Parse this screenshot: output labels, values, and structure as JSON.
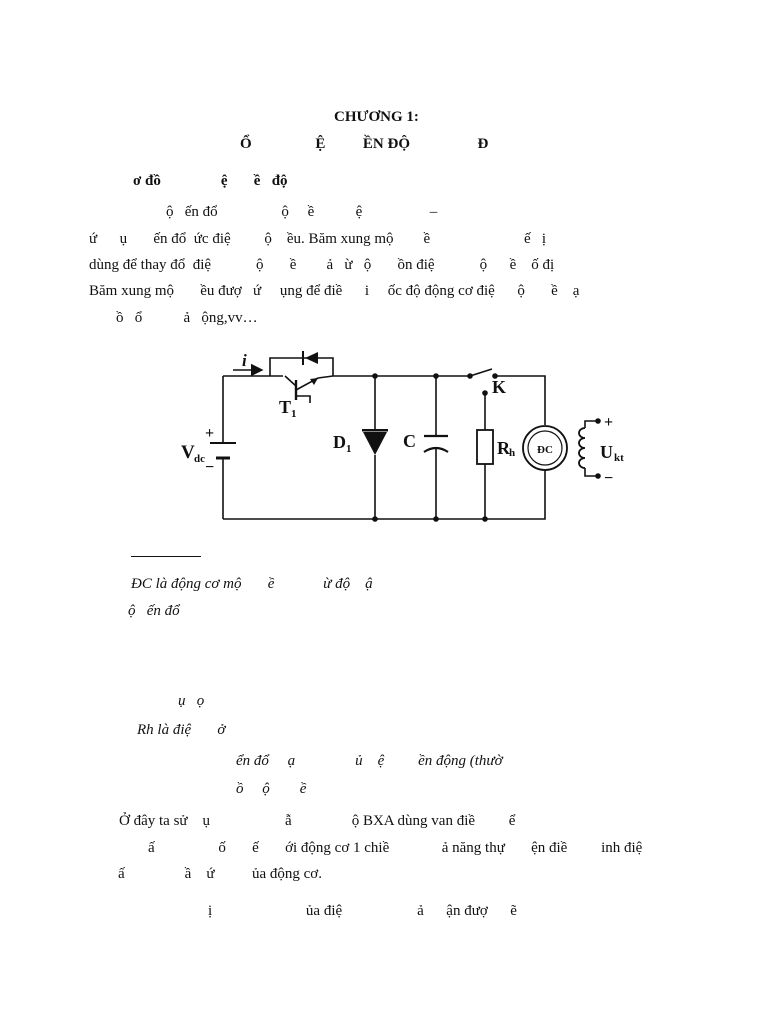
{
  "heading": {
    "chapter": "CHƯƠNG 1:",
    "title": "Ổ                 Ệ          ỀN ĐỘ                  Đ"
  },
  "section_title": "ơ đồ                ệ       ề   độ",
  "paragraph": [
    "ộ   ến đổ                 ộ     ề           ệ                  –",
    "ứ      ụ       ến đổ  ức điệ         ộ    ều. Băm xung mộ        ề                         ế   ị",
    "dùng để thay đổ  điệ            ộ       ề        ả   ừ   ộ       ồn điệ            ộ      ề    ố đị",
    "Băm xung mộ       ều đượ   ứ     ụng để điề      i     ốc độ động cơ điệ      ộ       ề    ạ",
    "ồ   ổ           ả   ộng,vv…"
  ],
  "circuit": {
    "current_label": "i",
    "transistor_label": "T",
    "transistor_sub": "1",
    "source_label": "V",
    "source_sub": "dc",
    "plus": "+",
    "minus": "−",
    "diode_label": "D",
    "diode_sub": "1",
    "capacitor_label": "C",
    "resistor_label": "R",
    "resistor_sub": "h",
    "switch_label": "K",
    "motor_label": "ĐC",
    "field_label": "U",
    "field_sub": "kt"
  },
  "notes": {
    "n1": "ĐC là động cơ mộ       ề             ừ độ    ậ",
    "n2": "ộ   ến đổ",
    "n3": "ụ   ọ",
    "n4": "Rh là điệ       ở",
    "n5": "ển đổ     ạ                ủ    ệ         ền động (thườ",
    "n6": "ồ     ộ        ề"
  },
  "bottom": {
    "l1": "Ở đây ta sử    ụ                    ẫ                ộ BXA dùng van điề         ể",
    "l2": "ấ                 ố       ế       ới động cơ 1 chiề              ả năng thự       ện điề         inh điệ",
    "l3": "ấ                ầ    ứ          ủa động cơ.",
    "l4": "ị                         ủa điệ                    ả      ận đượ      ẽ"
  }
}
